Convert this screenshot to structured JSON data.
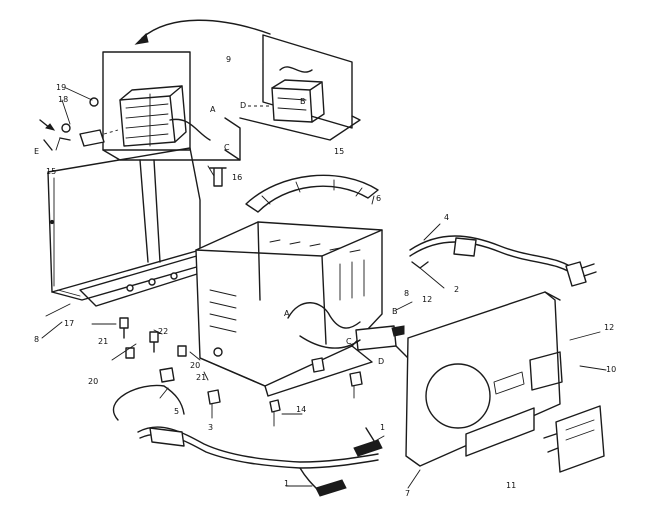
{
  "diagram": {
    "callouts": [
      {
        "id": "c1",
        "text": "1"
      },
      {
        "id": "c2",
        "text": "1"
      },
      {
        "id": "c3",
        "text": "2"
      },
      {
        "id": "c4",
        "text": "3"
      },
      {
        "id": "c5",
        "text": "4"
      },
      {
        "id": "c6",
        "text": "5"
      },
      {
        "id": "c7",
        "text": "6"
      },
      {
        "id": "c8",
        "text": "7"
      },
      {
        "id": "c9",
        "text": "8"
      },
      {
        "id": "c10",
        "text": "8"
      },
      {
        "id": "c11",
        "text": "9"
      },
      {
        "id": "c12",
        "text": "10"
      },
      {
        "id": "c13",
        "text": "11"
      },
      {
        "id": "c14",
        "text": "12"
      },
      {
        "id": "c15",
        "text": "12"
      },
      {
        "id": "c16",
        "text": "14"
      },
      {
        "id": "c17",
        "text": "15"
      },
      {
        "id": "c18",
        "text": "15"
      },
      {
        "id": "c19",
        "text": "16"
      },
      {
        "id": "c20",
        "text": "17"
      },
      {
        "id": "c21",
        "text": "18"
      },
      {
        "id": "c22",
        "text": "19"
      },
      {
        "id": "c23",
        "text": "20"
      },
      {
        "id": "c24",
        "text": "20"
      },
      {
        "id": "c25",
        "text": "21"
      },
      {
        "id": "c26",
        "text": "21"
      },
      {
        "id": "c27",
        "text": "22"
      },
      {
        "id": "c28",
        "text": "A"
      },
      {
        "id": "c29",
        "text": "A"
      },
      {
        "id": "c30",
        "text": "B"
      },
      {
        "id": "c31",
        "text": "B"
      },
      {
        "id": "c32",
        "text": "C"
      },
      {
        "id": "c33",
        "text": "C"
      },
      {
        "id": "c34",
        "text": "D"
      },
      {
        "id": "c35",
        "text": "D"
      },
      {
        "id": "c36",
        "text": "E"
      }
    ]
  }
}
